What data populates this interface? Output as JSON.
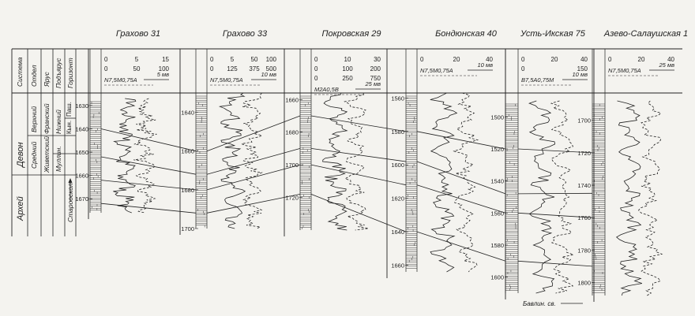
{
  "header_cols": [
    "Система",
    "Отдел",
    "Ярус",
    "Подъярус",
    "Горизонт"
  ],
  "strat": {
    "system_devon": "Девон",
    "system_archean": "Архей",
    "dept_upper": "Верхний",
    "dept_middle": "Средний",
    "stage_frasnian": "Франский",
    "stage_givetian": "Живетский",
    "substage_lower": "Нижний",
    "horizon_mullin": "Муллин.",
    "horizon_kyn": "Кын.",
    "horizon_pash": "Паш.",
    "horizon_starooskol": "Старооскол"
  },
  "wells": [
    {
      "name": "Грахово 31",
      "scale1": [
        "0",
        "5",
        "15"
      ],
      "scale2": [
        "0",
        "50",
        "100"
      ],
      "legend": "N7,5M0,75A",
      "unit": "5 мв",
      "depths": [
        "1630",
        "1640",
        "1650",
        "1660",
        "1670"
      ],
      "depth_start": 1627,
      "depth_end": 1676
    },
    {
      "name": "Грахово 33",
      "scale1": [
        "0",
        "5",
        "50",
        "100"
      ],
      "scale2": [
        "0",
        "125",
        "375",
        "500"
      ],
      "legend": "N7,5M0,75A",
      "unit": "10 мв",
      "depths": [
        "1640",
        "1660",
        "1680",
        "1700"
      ],
      "depth_start": 1630,
      "depth_end": 1700
    },
    {
      "name": "Покровская 29",
      "scale1": [
        "0",
        "10",
        "30"
      ],
      "scale2": [
        "0",
        "100",
        "200"
      ],
      "scale3": [
        "0",
        "250",
        "750"
      ],
      "legend": "M2A0,5B",
      "unit": "25 мв",
      "depths": [
        "1660",
        "1680",
        "1700",
        "1720"
      ],
      "depth_start": 1656,
      "depth_end": 1740
    },
    {
      "name": "Бондюнская 40",
      "scale1": [
        "0",
        "20",
        "40"
      ],
      "legend": "N7,5M0,75A",
      "unit": "10 мв",
      "depths": [
        "1560",
        "1580",
        "1600",
        "1620",
        "1640",
        "1660"
      ],
      "depth_start": 1557,
      "depth_end": 1664
    },
    {
      "name": "Усть-Икская 75",
      "scale1": [
        "0",
        "20",
        "40"
      ],
      "scale2": [
        "0",
        "150"
      ],
      "legend": "B7,5A0,75M",
      "unit": "10 мв",
      "depths": [
        "1500",
        "1520",
        "1540",
        "1560",
        "1580",
        "1600"
      ],
      "depth_start": 1490,
      "depth_end": 1610,
      "bottom_label": "Бавлин. св."
    },
    {
      "name": "Азево-Салаушская 1",
      "scale1": [
        "0",
        "20",
        "40"
      ],
      "legend": "N7,5M0,75A",
      "unit": "25 мв",
      "depths": [
        "1700",
        "1720",
        "1740",
        "1760",
        "1780",
        "1800"
      ],
      "depth_start": 1688,
      "depth_end": 1808
    }
  ]
}
